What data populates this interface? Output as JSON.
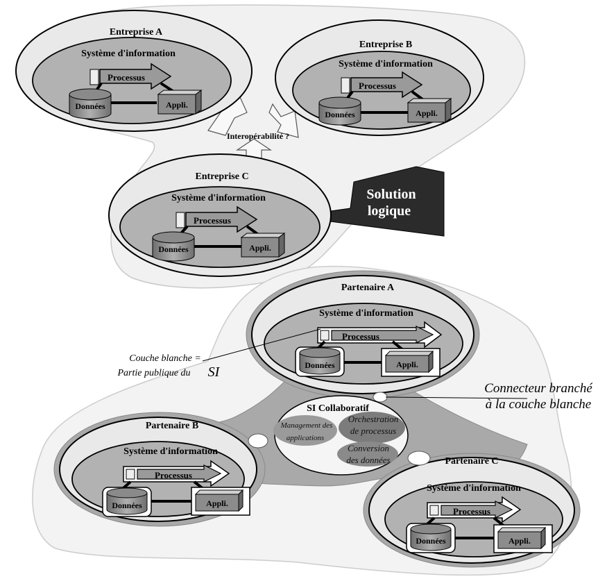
{
  "top": {
    "interop_label": "Interopérabilité ?",
    "solution_label_line1": "Solution",
    "solution_label_line2": "logique",
    "entreprises": [
      {
        "name": "Entreprise A",
        "system": "Système d'information",
        "process": "Processus",
        "data": "Données",
        "app": "Appli."
      },
      {
        "name": "Entreprise B",
        "system": "Système d'information",
        "process": "Processus",
        "data": "Données",
        "app": "Appli."
      },
      {
        "name": "Entreprise C",
        "system": "Système d'information",
        "process": "Processus",
        "data": "Données",
        "app": "Appli."
      }
    ]
  },
  "bottom": {
    "partners": [
      {
        "name": "Partenaire A",
        "system": "Système d'information",
        "process": "Processus",
        "data": "Données",
        "app": "Appli."
      },
      {
        "name": "Partenaire B",
        "system": "Système d'information",
        "process": "Processus",
        "data": "Données",
        "app": "Appli."
      },
      {
        "name": "Partenaire C",
        "system": "Système d'information",
        "process": "Processus",
        "data": "Données",
        "app": "Appli."
      }
    ],
    "collab": {
      "title": "SI Collaboratif",
      "mgmt_line1": "Management des",
      "mgmt_line2": "applications",
      "orch_line1": "Orchestration",
      "orch_line2": "de processus",
      "conv_line1": "Conversion",
      "conv_line2": "des données"
    },
    "couche_line1": "Couche blanche =",
    "couche_line2": "Partie publique du",
    "couche_si": "SI",
    "connector_line1": "Connecteur branché",
    "connector_line2": "à la couche blanche"
  }
}
